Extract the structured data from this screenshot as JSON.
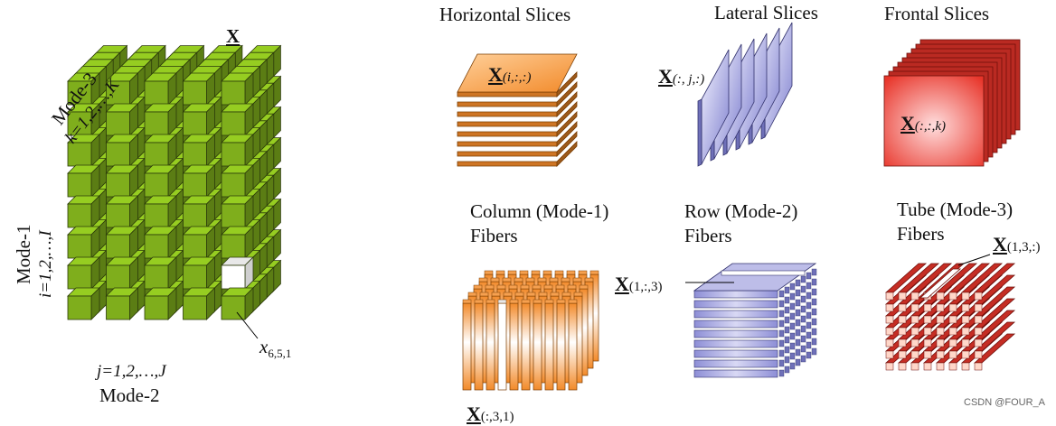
{
  "tensor": {
    "name": "X",
    "mode1": {
      "title": "Mode-1",
      "range": "i=1,2,…,I"
    },
    "mode2": {
      "title": "Mode-2",
      "range": "j=1,2,…,J"
    },
    "mode3": {
      "title": "Mode-3",
      "range": "k=1,2,…,K"
    },
    "element_label": "x",
    "element_sub": "6,5,1"
  },
  "slices": {
    "horizontal": {
      "title": "Horizontal Slices",
      "label_sym": "X",
      "label_idx": "(i,:,:)"
    },
    "lateral": {
      "title": "Lateral Slices",
      "label_sym": "X",
      "label_idx": "(:, j,:)"
    },
    "frontal": {
      "title": "Frontal Slices",
      "label_sym": "X",
      "label_idx": "(:,:,k)"
    }
  },
  "fibers": {
    "column": {
      "title_line1": "Column (Mode-1)",
      "title_line2": "Fibers",
      "label_sym": "X",
      "label_idx": "(:,3,1)"
    },
    "row": {
      "title_line1": "Row (Mode-2)",
      "title_line2": "Fibers",
      "label_sym": "X",
      "label_idx": "(1,:,3)"
    },
    "tube": {
      "title_line1": "Tube (Mode-3)",
      "title_line2": "Fibers",
      "label_sym": "X",
      "label_idx": "(1,3,:)"
    }
  },
  "watermark": "CSDN @FOUR_A",
  "colors": {
    "green": "#7fae1c",
    "orange": "#f28a2a",
    "blue": "#8d8ed6",
    "red": "#e8352a"
  }
}
